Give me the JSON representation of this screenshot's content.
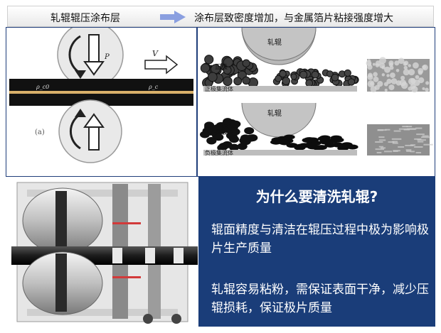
{
  "header": {
    "left_text": "轧辊辊压涂布层",
    "right_text": "涂布层致密度增加，与金属箔片粘接强度增大"
  },
  "roller_diagram": {
    "pressure_label": "P",
    "velocity_label": "V",
    "foil_label_left": "ρ_c0",
    "foil_label_right": "ρ_c",
    "caption": "(a)"
  },
  "electrode_panel": {
    "roller_label_top": "轧辊",
    "positive_label": "正极",
    "positive_collector": "正极集流体",
    "roller_label_bottom": "轧辊",
    "negative_label": "负极",
    "negative_collector": "负极集流体"
  },
  "info_box": {
    "title": "为什么要清洗轧辊?",
    "paragraph1": "辊面精度与清洁在辊压过程中极为影响极片生产质量",
    "paragraph2": "轧辊容易粘粉，需保证表面干净，减少压辊损耗，保证极片质量"
  },
  "colors": {
    "header_arrow": "#8a9fe0",
    "info_box_bg": "#1a3d79",
    "panel_border": "#1f3d7a",
    "foil_strip": "#d9b06a"
  }
}
